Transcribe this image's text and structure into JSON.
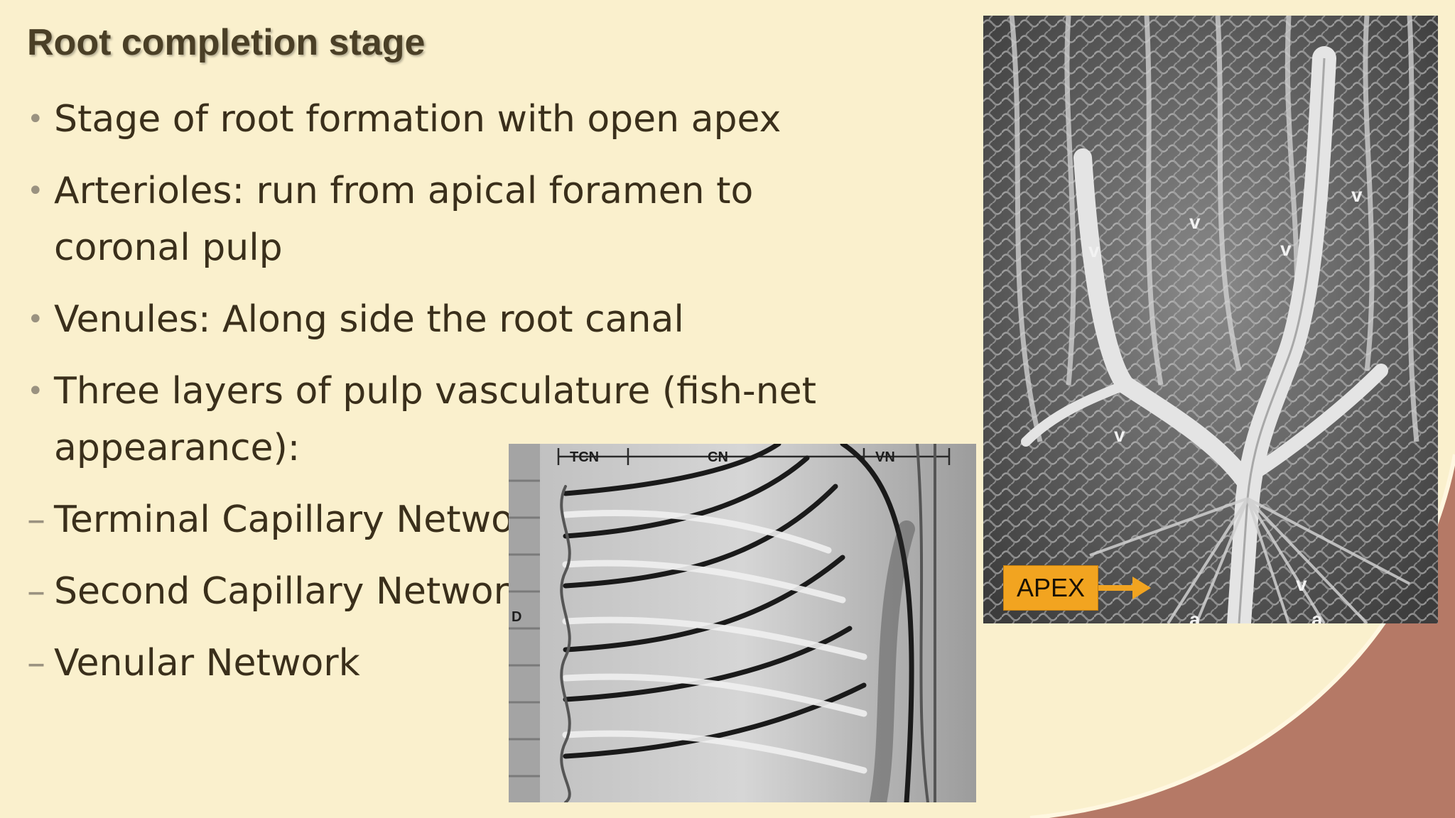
{
  "slide": {
    "title": "Root completion stage",
    "bullets": [
      {
        "text": "Stage of root formation with open apex"
      },
      {
        "text": "Arterioles: run from apical foramen to coronal pulp"
      },
      {
        "text": "Venules: Along side the root canal"
      },
      {
        "text": "Three layers of pulp vasculature (fish-net appearance):"
      }
    ],
    "sub_bullets": [
      {
        "text": "Terminal Capillary Network"
      },
      {
        "text": "Second Capillary Network"
      },
      {
        "text": "Venular Network"
      }
    ],
    "bullet_marker": "•",
    "sub_marker": "–"
  },
  "images": {
    "sem_photo": {
      "label": "APEX",
      "letter_v": "v",
      "letter_a": "a"
    },
    "drawing": {
      "labels": [
        "TCN",
        "CN",
        "VN"
      ],
      "side_letter": "D"
    }
  },
  "colors": {
    "background": "#FAF0CD",
    "corner_arc": "#B57966",
    "apex_label": "#F2A420",
    "text": "#3A2F1B"
  }
}
